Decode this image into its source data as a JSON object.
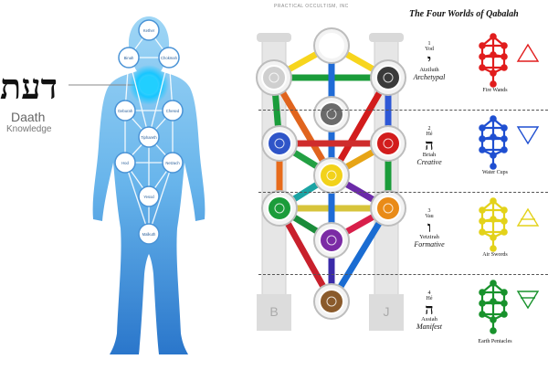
{
  "daath": {
    "hebrew": "דעת",
    "name": "Daath",
    "meaning": "Knowledge"
  },
  "body_sephiroth": [
    "Kether",
    "Binah",
    "Chokmah",
    "Geburah",
    "Chesed",
    "Tiphareth",
    "Hod",
    "Netzach",
    "Yesod",
    "Malkuth"
  ],
  "right_panel": {
    "caption": "PRACTICAL OCCULTISM, INC",
    "title": "The Four Worlds of Qabalah",
    "pillar_labels": [
      "B",
      "J"
    ],
    "worlds": [
      {
        "number": "1",
        "letter_name": "Yod",
        "letter": "י",
        "name": "Atziluth",
        "description": "Archetypal",
        "element": "Fire Wands",
        "color": "#e11d1d"
      },
      {
        "number": "2",
        "letter_name": "Hé",
        "letter": "ה",
        "name": "Briah",
        "description": "Creative",
        "element": "Water Cups",
        "color": "#1f4fd1"
      },
      {
        "number": "3",
        "letter_name": "Vau",
        "letter": "ו",
        "name": "Yetzirah",
        "description": "Formative",
        "element": "Air Swords",
        "color": "#e3d21a"
      },
      {
        "number": "4",
        "letter_name": "Hé",
        "letter": "ה",
        "name": "Assiah",
        "description": "Manifest",
        "element": "Earth Pentacles",
        "color": "#18922c"
      }
    ]
  },
  "colors": {
    "body": "#3f9be3",
    "daath_glow": "#1ec8ff"
  }
}
